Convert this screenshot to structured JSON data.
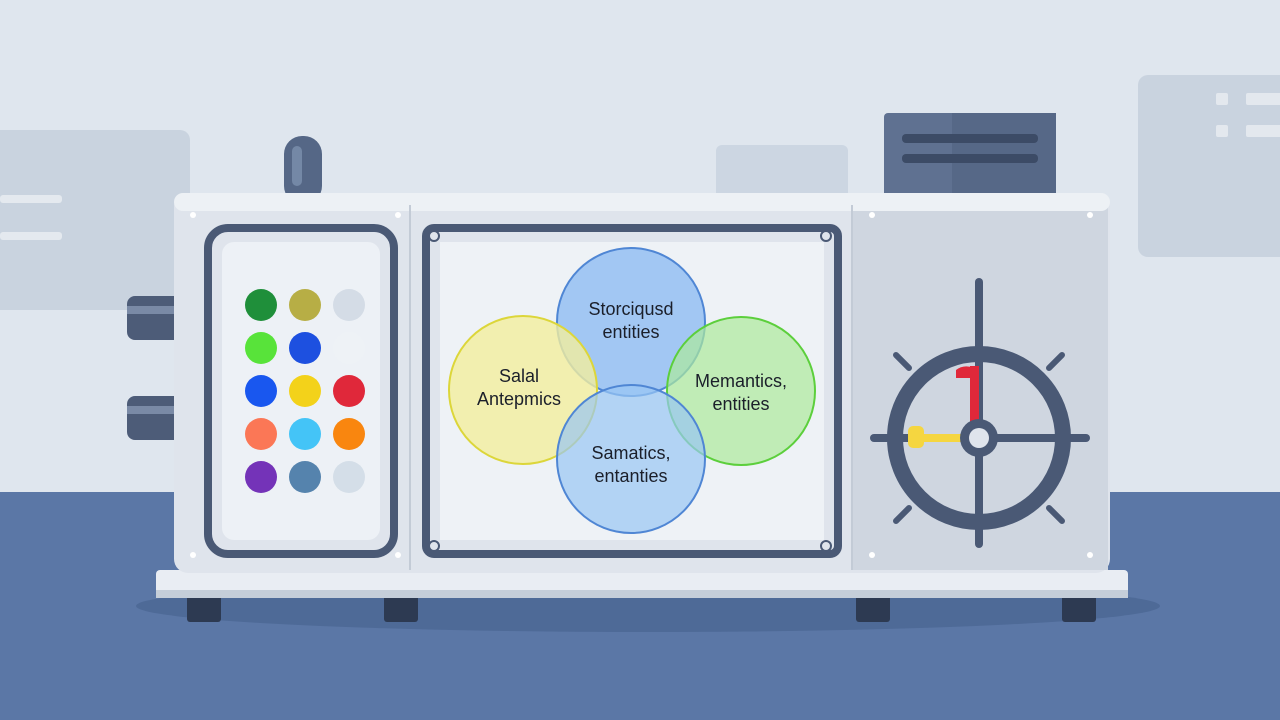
{
  "colors": {
    "background": "#dfe6ee",
    "floor": "#5b77a6",
    "machine_body": "#dfe4ec",
    "machine_frame": "#4a5975",
    "swatches": [
      "#1f8f3a",
      "#b7ae45",
      "#d4dce6",
      "#58e33a",
      "#1d50e0",
      "#eef2f6",
      "#1957ef",
      "#f3d21a",
      "#e0283a",
      "#fb7756",
      "#44c4f7",
      "#f9860f",
      "#7433b8",
      "#5583ad",
      "#d4dee8"
    ],
    "venn": {
      "top": "#8ebcf3",
      "left": "#f3ee9d",
      "right": "#ace99b",
      "bottom": "#98c6f3"
    },
    "dial_red": "#e0283a",
    "dial_yellow": "#f5d640"
  },
  "icons": {
    "dial": "crosshair-dial-icon",
    "knob": "knob-icon",
    "pipe": "pipe-icon",
    "sign": "sign-board-icon"
  },
  "venn": {
    "top_label": "Storciqusd\nentities",
    "left_label": "Salal\nAntepmics",
    "right_label": "Memantics,\nentities",
    "bottom_label": "Samatics,\nentanties"
  }
}
